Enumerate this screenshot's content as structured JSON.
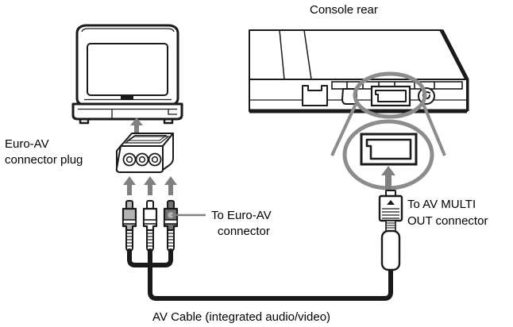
{
  "diagram": {
    "title": "PlayStation console to TV AV connection",
    "labels": {
      "console_rear": "Console rear",
      "euro_av_plug_line1": "Euro-AV",
      "euro_av_plug_line2": "connector plug",
      "to_euro_av_line1": "To Euro-AV",
      "to_euro_av_line2": "connector",
      "to_av_multi_line1": "To AV MULTI",
      "to_av_multi_line2": "OUT connector",
      "av_cable": "AV Cable (integrated audio/video)"
    },
    "colors": {
      "outline": "#1a1a1a",
      "arrow_gray": "#808080",
      "magnifier_gray": "#8c8c8c",
      "plug_light_gray": "#b3b3b3",
      "plug_white": "#ffffff",
      "plug_dark_gray": "#737373",
      "cable_black": "#1a1a1a",
      "background": "#ffffff"
    },
    "components": {
      "tv": "CRT television set",
      "scart_adapter": "Euro-AV (SCART) connector plug adapter with three RCA jacks",
      "rca_plugs": [
        {
          "name": "video-plug",
          "color": "#b3b3b3"
        },
        {
          "name": "audio-left-plug",
          "color": "#ffffff"
        },
        {
          "name": "audio-right-plug",
          "color": "#737373"
        }
      ],
      "console_ports": [
        "network-port",
        "optical-digital-out-port",
        "av-multi-out-port",
        "power-connector-port"
      ],
      "magnified_port": "AV MULTI OUT connector",
      "av_multi_plug": "AV MULTI OUT cable plug"
    }
  }
}
